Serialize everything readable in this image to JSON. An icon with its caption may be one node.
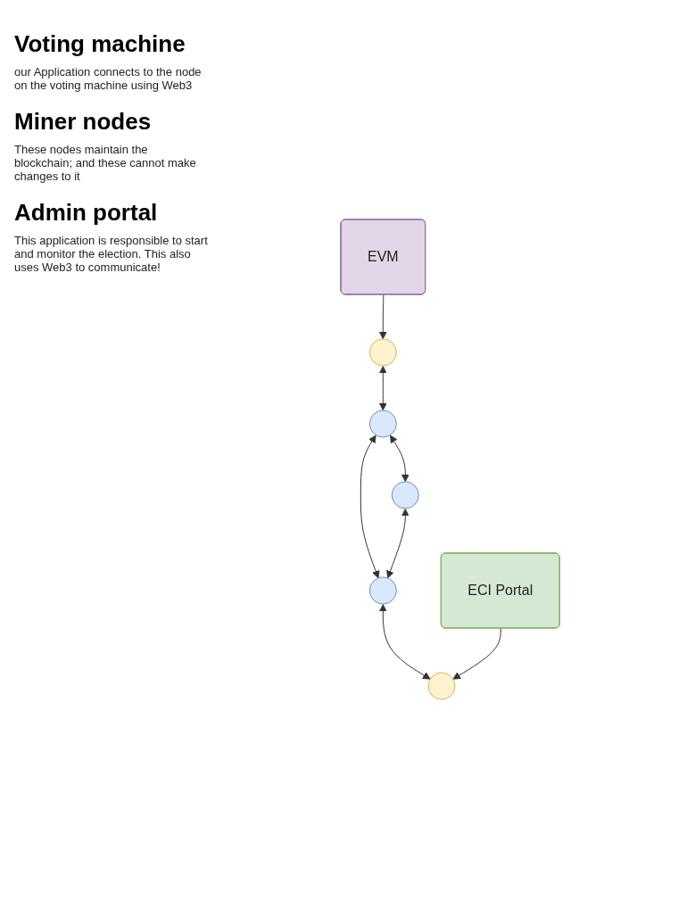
{
  "diagram": {
    "nodes": [
      {
        "text": [
          "EVM"
        ]
      },
      {
        "text": [],
        "shape": "circle"
      },
      {
        "text": [],
        "shape": "circle"
      },
      {
        "text": [],
        "shape": "circle"
      },
      {
        "text": [],
        "shape": "circle"
      },
      {
        "text": [],
        "shape": "circle"
      },
      {
        "text": [
          "ECI Portal"
        ]
      }
    ],
    "edges": [
      {
        "from": 0,
        "to": 1,
        "arrow": "to"
      },
      {
        "from": 1,
        "to": 2,
        "arrow": "both"
      },
      {
        "from": 2,
        "to": 3,
        "arrow": "both"
      },
      {
        "from": 2,
        "to": 4,
        "arrow": "both"
      },
      {
        "from": 4,
        "to": 3,
        "arrow": "both"
      },
      {
        "from": 3,
        "to": 5,
        "arrow": "both"
      },
      {
        "from": 6,
        "to": 5,
        "arrow": "to"
      }
    ],
    "labels": [
      "Voting machine",
      "our Application connects to the node on the voting machine using Web3",
      "Miner nodes",
      "These nodes maintain the blockchain; and these cannot make changes to it",
      "Admin portal",
      "This application is responsible to start and monitor the election. This also uses Web3 to communicate!"
    ]
  }
}
